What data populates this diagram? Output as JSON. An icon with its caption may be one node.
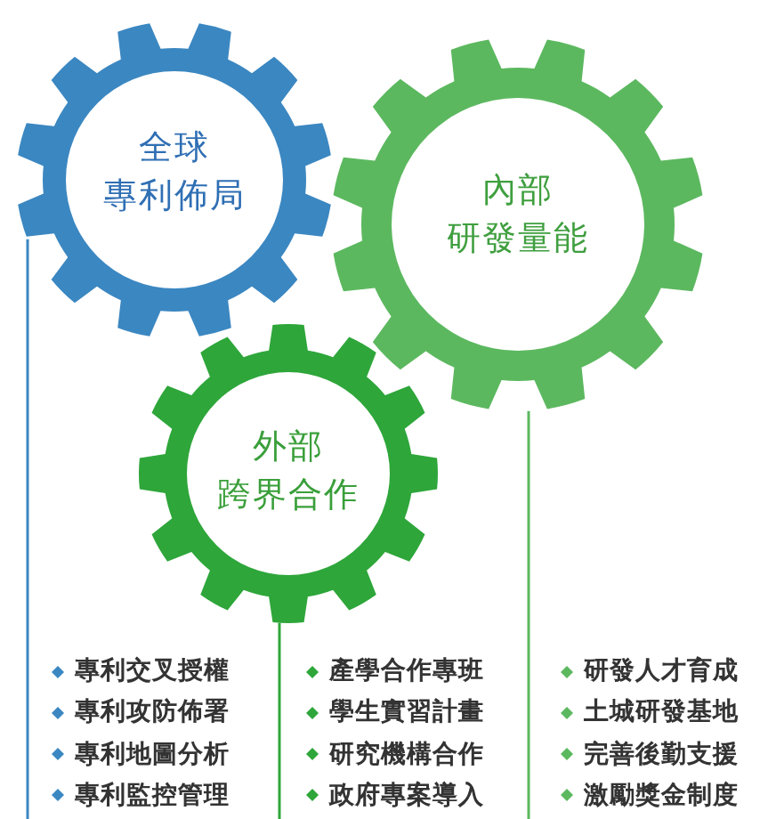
{
  "diagram": {
    "nodes": [
      {
        "text": [
          "全球專利佈局"
        ]
      },
      {
        "text": [
          "內部研發量能"
        ]
      },
      {
        "text": [
          "外部跨界合作"
        ]
      }
    ],
    "edges": [
      {
        "from": 0,
        "to": null,
        "arrow": "none",
        "color": "#3b87c1"
      },
      {
        "from": 2,
        "to": null,
        "arrow": "none",
        "color": "#2ea63a"
      },
      {
        "from": 1,
        "to": null,
        "arrow": "none",
        "color": "#5cb85f"
      }
    ],
    "labels": [
      "專利交叉授權",
      "專利攻防佈署",
      "專利地圖分析",
      "專利監控管理",
      "產學合作專班",
      "學生實習計畫",
      "研究機構合作",
      "政府專案導入",
      "研發人才育成",
      "土城研發基地",
      "完善後勤支援",
      "激勵獎金制度"
    ]
  }
}
